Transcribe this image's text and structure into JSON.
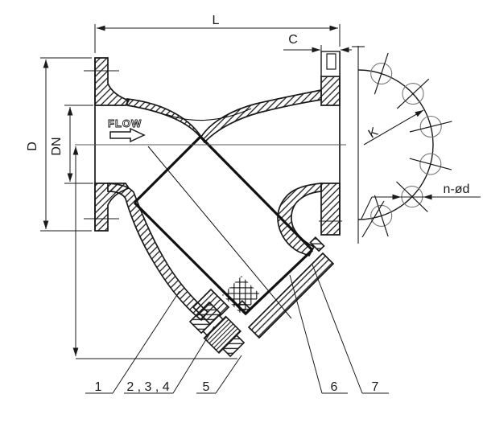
{
  "title": "Y-strainer sectional technical drawing",
  "labels": {
    "flow": "FLOW",
    "dim_length": "L",
    "dim_flange_thickness": "C",
    "dim_flange_diameter": "D",
    "dim_nominal_diameter": "DN",
    "dim_bolt_circle": "K",
    "dim_bolt_holes": "n-ød"
  },
  "callouts": [
    {
      "label": "1"
    },
    {
      "label": "2 , 3 , 4"
    },
    {
      "label": "5"
    },
    {
      "label": "6"
    },
    {
      "label": "7"
    }
  ],
  "colors": {
    "line": "#1a1a1a",
    "background": "#ffffff"
  }
}
